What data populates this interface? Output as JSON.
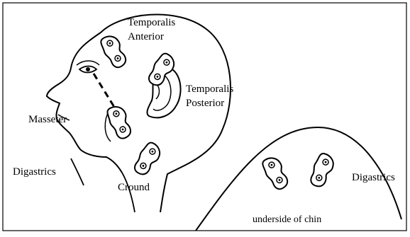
{
  "labels": {
    "temporalis_anterior": "Temporalis\nAnterior",
    "temporalis_posterior": "Temporalis\nPosterior",
    "masseter": "Masseter",
    "digastrics_left": "Digastrics",
    "ground": "Cround",
    "digastrics_right": "Digastrics",
    "underside": "underside of chin"
  },
  "colors": {
    "line": "#000000",
    "background": "#ffffff"
  }
}
